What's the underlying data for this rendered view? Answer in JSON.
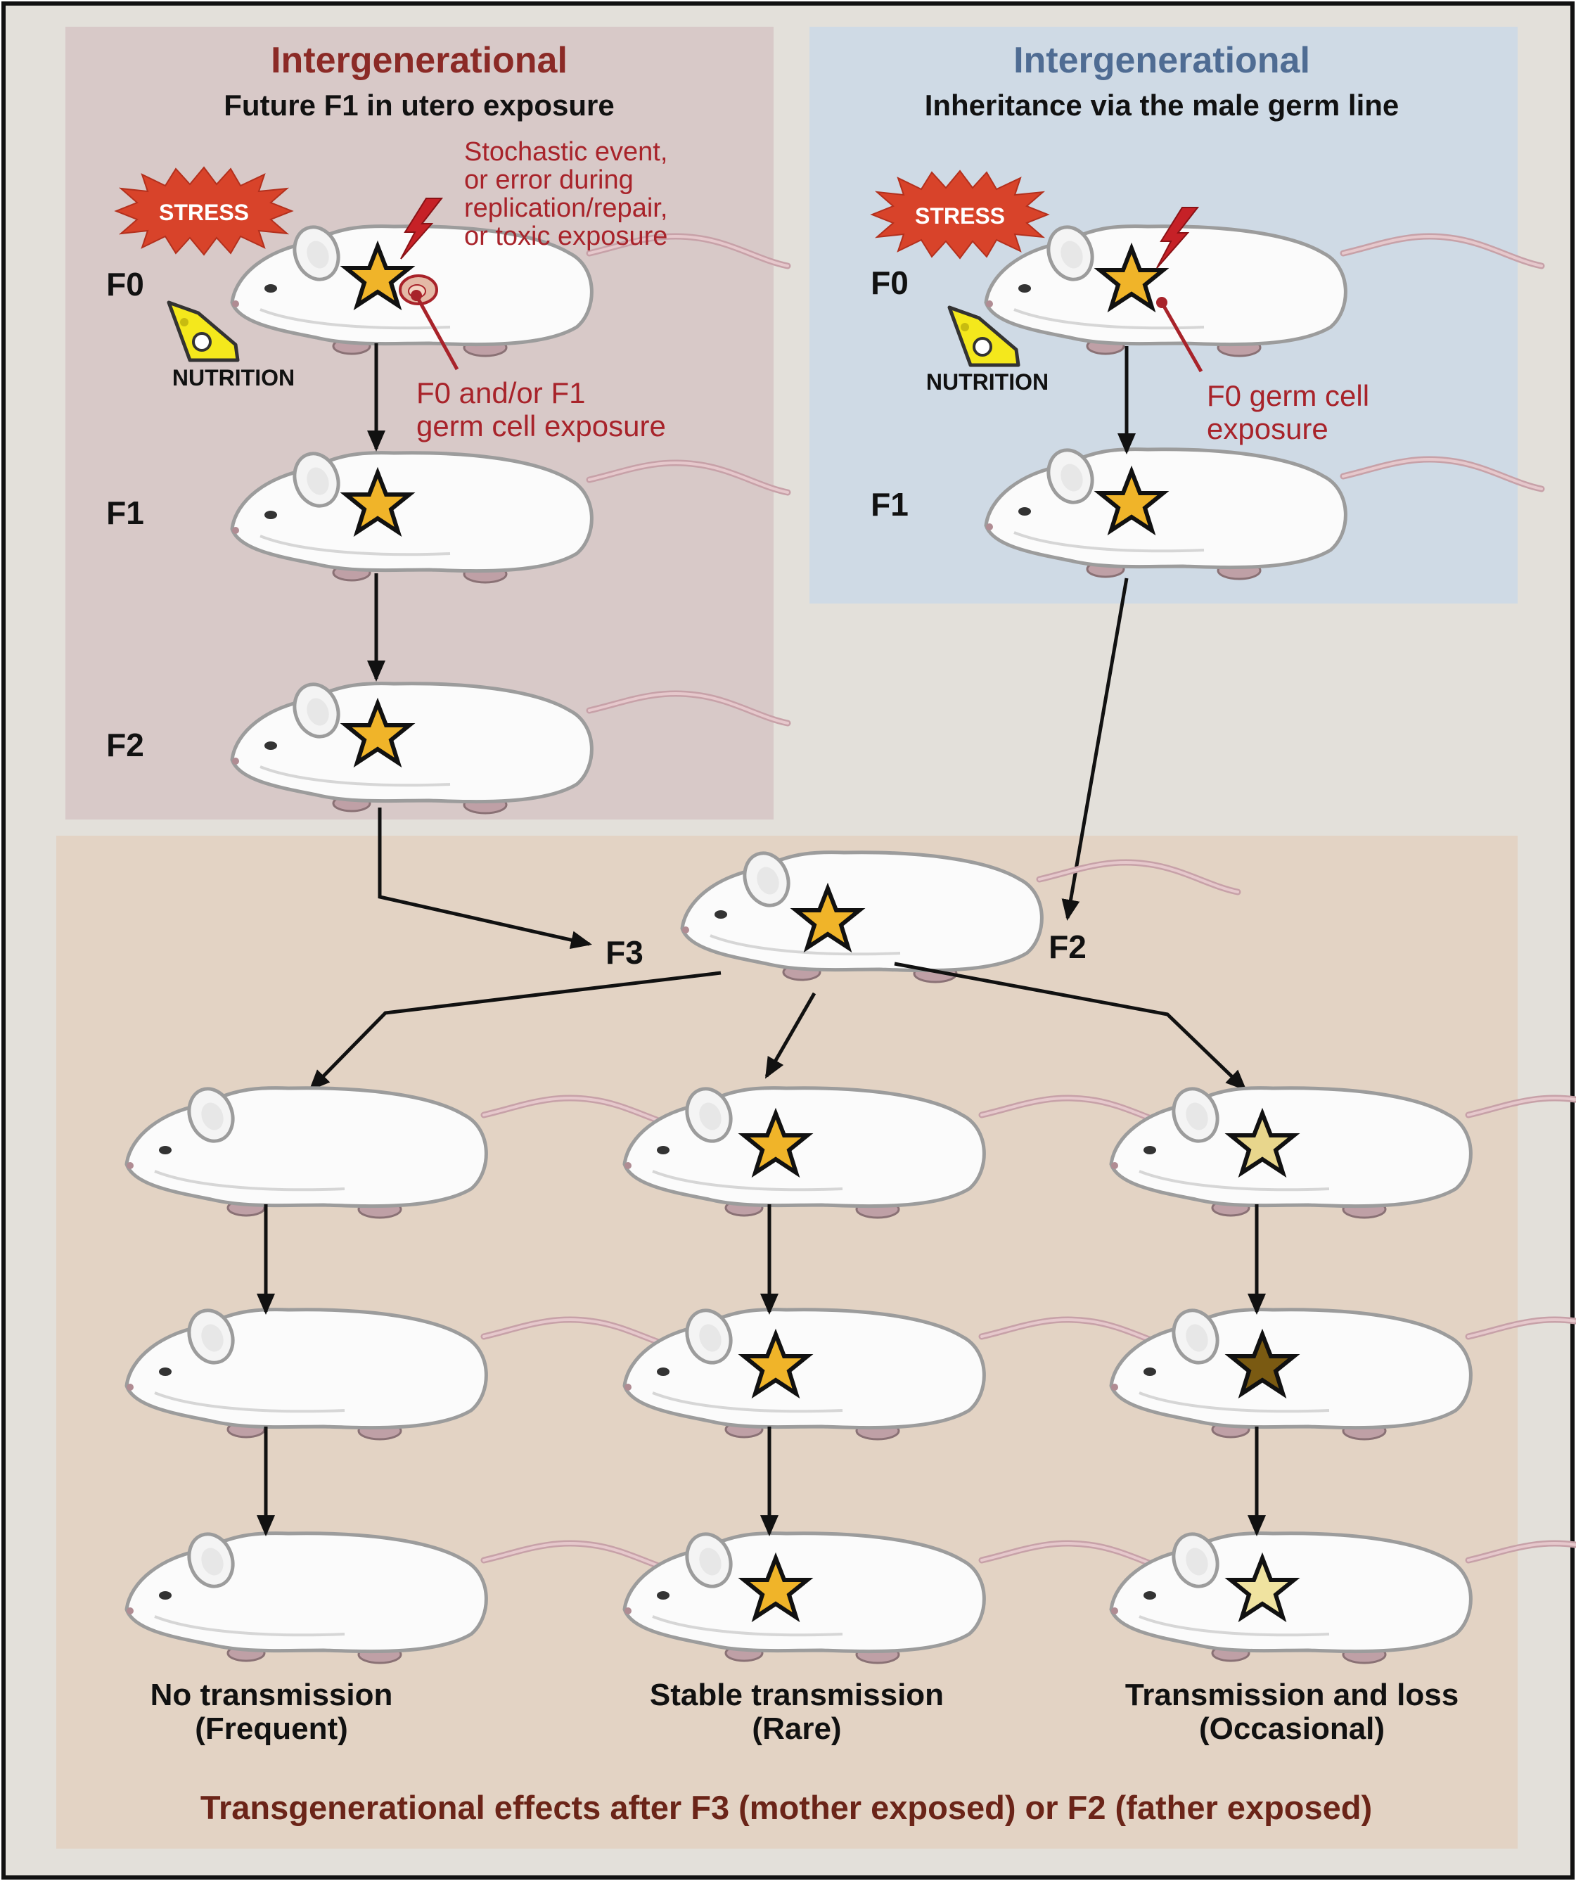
{
  "colors": {
    "outer_bg": "#e3e0da",
    "panel_maternal": "#d8c9c8",
    "panel_paternal": "#cfdae5",
    "panel_bottom": "#e3d3c4",
    "maternal_title": "#8b2a26",
    "paternal_title": "#4f6c93",
    "annotation_red": "#a8232a",
    "footer_text": "#6b2418",
    "star_gold": "#f0b429",
    "star_pale": "#e8d68c",
    "star_dark": "#7a5a12",
    "nutrition_yellow": "#f4e81c",
    "stress_red": "#d8432a"
  },
  "left_panel": {
    "title": "Intergenerational",
    "subtitle": "Future F1 in utero exposure",
    "stress": "STRESS",
    "nutrition": "NUTRITION",
    "event_note": [
      "Stochastic event,",
      "or error during",
      "replication/repair,",
      "or toxic exposure"
    ],
    "exposure_note": [
      "F0 and/or F1",
      "germ cell exposure"
    ],
    "generations": [
      "F0",
      "F1",
      "F2"
    ]
  },
  "right_panel": {
    "title": "Intergenerational",
    "subtitle": "Inheritance via the male germ line",
    "stress": "STRESS",
    "nutrition": "NUTRITION",
    "exposure_note": [
      "F0 germ cell",
      "exposure"
    ],
    "generations": [
      "F0",
      "F1"
    ]
  },
  "bottom_panel": {
    "center_left_label": "F3",
    "center_right_label": "F2",
    "outcomes": [
      {
        "line1": "No transmission",
        "line2": "(Frequent)"
      },
      {
        "line1": "Stable transmission",
        "line2": "(Rare)"
      },
      {
        "line1": "Transmission and loss",
        "line2": "(Occasional)"
      }
    ],
    "footer": "Transgenerational effects after F3 (mother exposed) or F2 (father exposed)"
  },
  "icons": [
    "mouse-icon",
    "star-icon",
    "stress-burst-icon",
    "nutrition-cheese-icon",
    "lightning-bolt-icon",
    "embryo-icon",
    "arrow-icon"
  ]
}
